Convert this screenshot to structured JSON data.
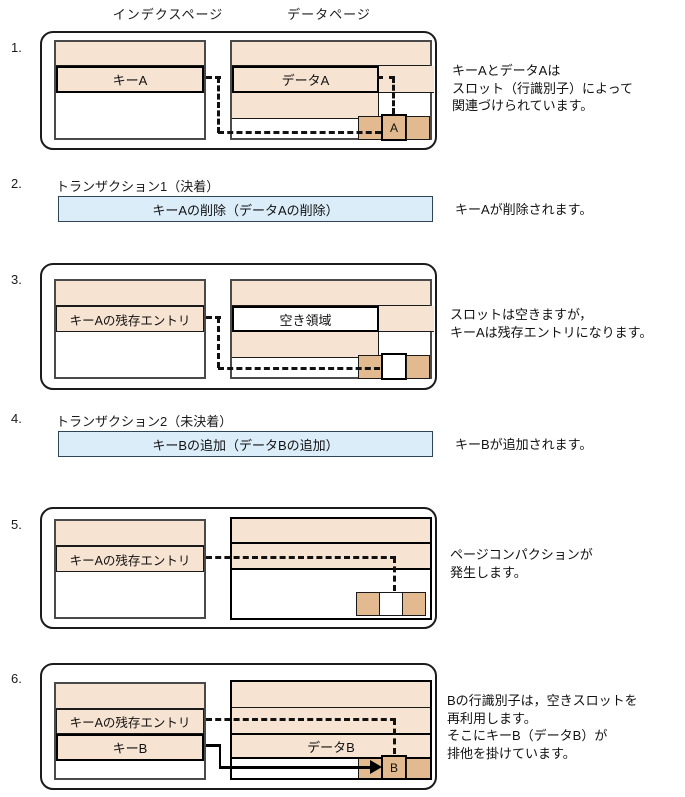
{
  "headers": {
    "index_page": "インデクスページ",
    "data_page": "データページ"
  },
  "colors": {
    "band_fill": "#f6e3d1",
    "slot_fill": "#e3b98f",
    "transaction_fill": "#dcedfa",
    "transaction_border": "#2f4456",
    "line_color": "#111111"
  },
  "steps": {
    "s1": {
      "num": "1.",
      "key_a": "キーA",
      "data_a": "データA",
      "slot_label": "A",
      "caption": "キーAとデータAは\nスロット（行識別子）によって\n関連づけられています。"
    },
    "s2": {
      "num": "2.",
      "title": "トランザクション1（決着）",
      "action": "キーAの削除（データAの削除）",
      "caption": "キーAが削除されます。"
    },
    "s3": {
      "num": "3.",
      "residual": "キーAの残存エントリ",
      "free_area": "空き領域",
      "caption": "スロットは空きますが，\nキーAは残存エントリになります。"
    },
    "s4": {
      "num": "4.",
      "title": "トランザクション2（未決着）",
      "action": "キーBの追加（データBの追加）",
      "caption": "キーBが追加されます。"
    },
    "s5": {
      "num": "5.",
      "residual": "キーAの残存エントリ",
      "caption": "ページコンパクションが\n発生します。"
    },
    "s6": {
      "num": "6.",
      "residual": "キーAの残存エントリ",
      "key_b": "キーB",
      "data_b": "データB",
      "slot_label": "B",
      "caption": "Bの行識別子は，空きスロットを\n再利用します。\nそこにキーB（データB）が\n排他を掛けています。"
    }
  }
}
